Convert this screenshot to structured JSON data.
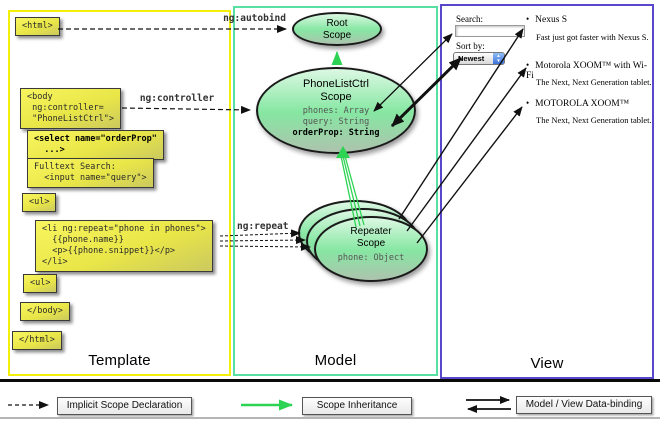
{
  "panels": {
    "template": "Template",
    "model": "Model",
    "view": "View"
  },
  "code_boxes": {
    "html_open": "<html>",
    "body_open": "<body\n ng:controller=\n \"PhoneListCtrl\">",
    "select_box": "<select name=\"orderProp\"\n  ...>",
    "fulltext": "Fulltext Search:\n  <input name=\"query\">",
    "ul_open": "<ul>",
    "li_repeat": "<li ng:repeat=\"phone in phones\">\n  {{phone.name}}\n  <p>{{phone.snippet}}</p>\n</li>",
    "ul_close": "<ul>",
    "body_close": "</body>",
    "html_close": "</html>"
  },
  "arrow_labels": {
    "autobind": "ng:autobind",
    "controller": "ng:controller",
    "repeat": "ng:repeat"
  },
  "scopes": {
    "root": {
      "title": "Root\nScope"
    },
    "phone_list": {
      "title": "PhoneListCtrl\nScope",
      "props": "phones: Array\nquery: String",
      "bold_prop": "orderProp: String"
    },
    "repeater": {
      "title": "Repeater\nScope",
      "prop": "phone: Object"
    }
  },
  "view": {
    "search_label": "Search:",
    "sort_label": "Sort by:",
    "sort_value": "Newest",
    "bullet": "•",
    "items": [
      {
        "name": "Nexus S",
        "desc": "Fast just got faster with Nexus S."
      },
      {
        "name": "Motorola XOOM™ with Wi-Fi",
        "desc": "The Next, Next Generation tablet."
      },
      {
        "name": "MOTOROLA XOOM™",
        "desc": "The Next, Next Generation tablet."
      }
    ]
  },
  "legend": [
    {
      "label": "Implicit Scope Declaration"
    },
    {
      "label": "Scope Inheritance"
    },
    {
      "label": "Model / View Data-binding"
    }
  ],
  "colors": {
    "template_border": "#f3ef0a",
    "model_border": "#58dfa2",
    "view_border": "#5847cb",
    "inheritance_green": "#2dd352",
    "box_yellow": "#f0ed4f"
  }
}
